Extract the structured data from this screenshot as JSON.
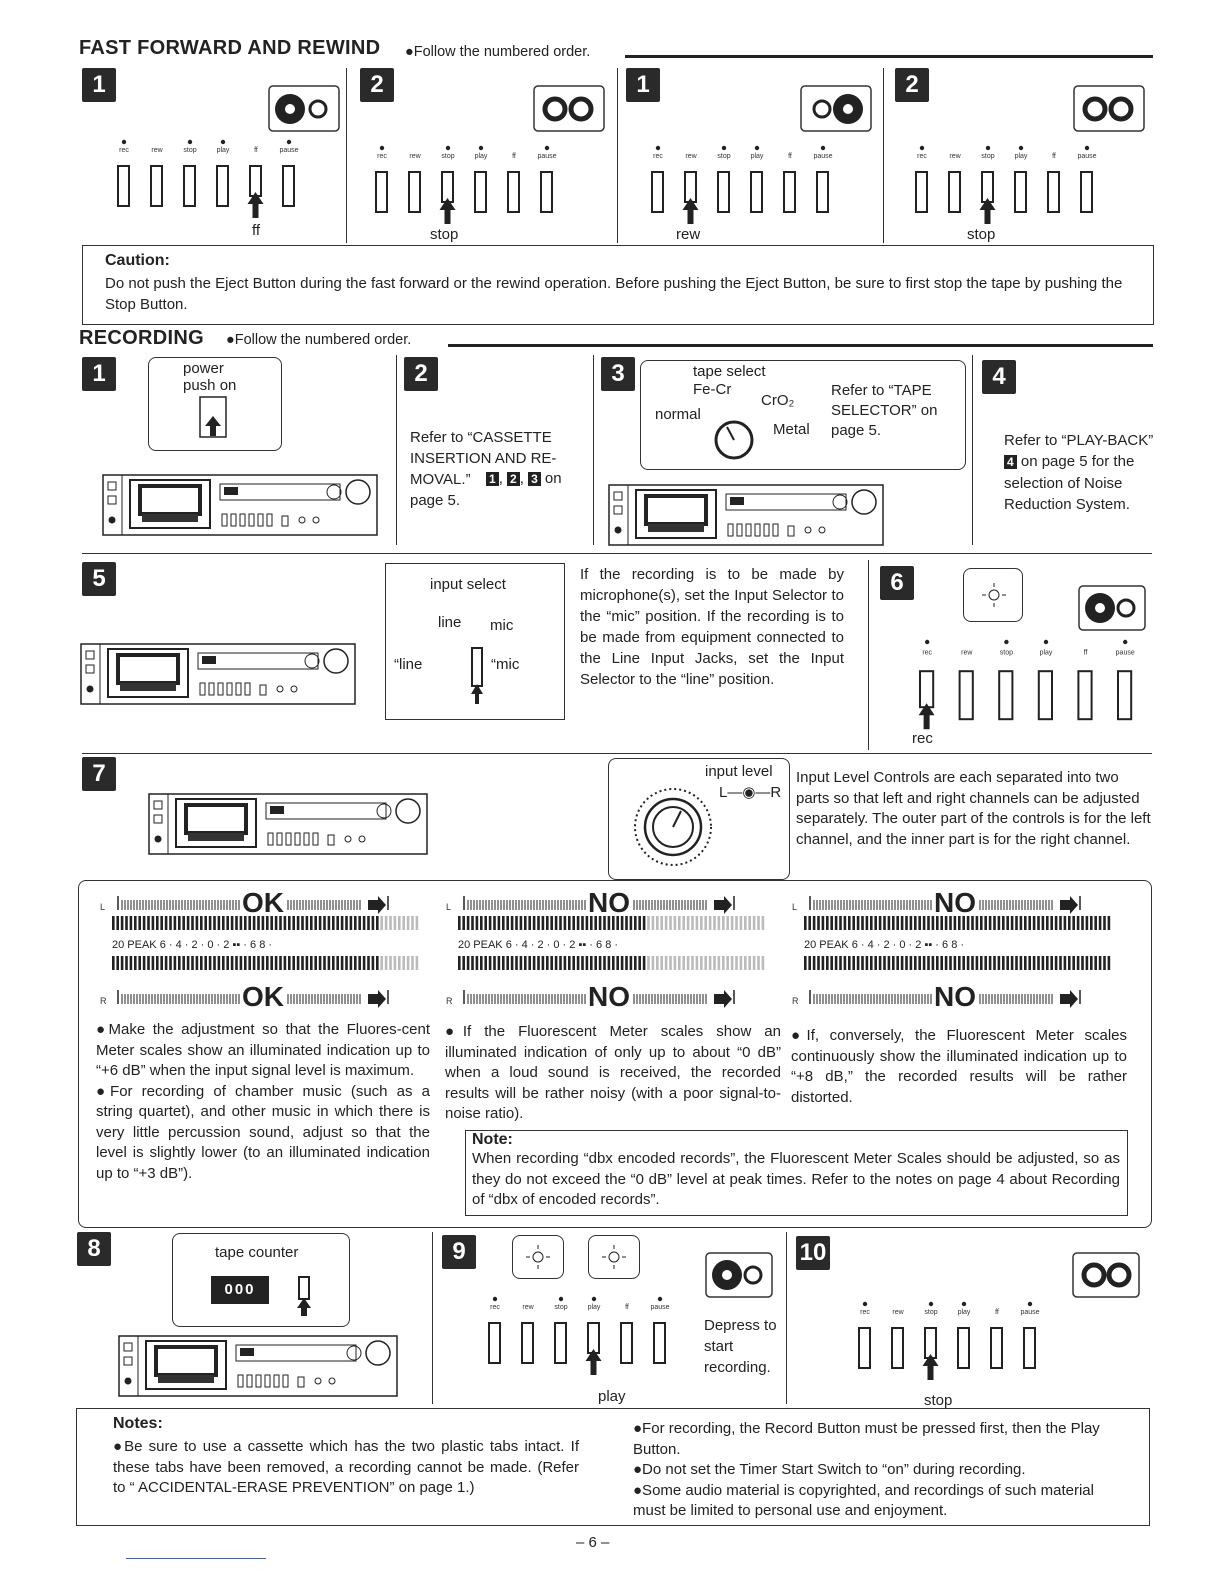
{
  "ff": {
    "title": "FAST FORWARD AND REWIND",
    "subtitle": "●Follow the numbered order.",
    "steps": [
      "1",
      "2",
      "1",
      "2"
    ],
    "labels": [
      "ff",
      "stop",
      "rew",
      "stop"
    ],
    "keys": [
      "rec",
      "rew",
      "stop",
      "play",
      "ff",
      "pause"
    ],
    "caution_title": "Caution:",
    "caution_text": "Do not push the Eject Button during the fast forward or the rewind operation. Before pushing the Eject Button, be sure to first stop the tape by pushing the Stop Button."
  },
  "rec": {
    "title": "RECORDING",
    "subtitle": "●Follow the numbered order.",
    "step_nums": [
      "1",
      "2",
      "3",
      "4",
      "5",
      "6",
      "7",
      "8",
      "9",
      "10"
    ],
    "s1_power": "power",
    "s1_push": "push on",
    "s2_text": "Refer to “CASSETTE INSERTION AND RE-MOVAL.”",
    "s2_nums": [
      "1",
      "2",
      "3"
    ],
    "s2_on": "on",
    "s2_page": "page 5.",
    "s3_tape_select": "tape select",
    "s3_fecr": "Fe-Cr",
    "s3_cro2": "CrO₂",
    "s3_normal": "normal",
    "s3_metal": "Metal",
    "s3_refer": "Refer to “TAPE SELECTOR” on page 5.",
    "s4_refer_a": "Refer to “PLAY-BACK”",
    "s4_num": "4",
    "s4_refer_b": "on page 5 for the selection of Noise Reduction System.",
    "s5_input_select": "input select",
    "s5_line": "line",
    "s5_mic": "mic",
    "s5_line_q": "“line",
    "s5_mic_q": "“mic",
    "s5_text": "If the recording is to be made by microphone(s), set the Input Selector to the “mic” position. If the recording is to be made from equipment connected to the Line Input Jacks, set the Input Selector to the “line” position.",
    "s6_label": "rec",
    "s7_input_level": "input level",
    "s7_lr": "L—◉—R",
    "s7_text": "Input Level Controls are each separated into two parts so that left and right channels can be adjusted separately. The outer part of the controls is for the left channel, and the inner part is for the right channel.",
    "meter_ok": "OK",
    "meter_no": "NO",
    "meter_L": "L",
    "meter_R": "R",
    "meter_scale": "20  PEAK  6 · 4 · 2 · 0 · 2 ▪▪ · 6 8 ·",
    "col1_p1": "●Make the adjustment so that the Fluores-cent Meter scales show an illuminated indication up to “+6 dB” when the input signal level is maximum.",
    "col1_p2": "●For recording of chamber music (such as a string quartet), and other music in which there is very little percussion sound, adjust so that the level is slightly lower (to an illuminated indication up to “+3 dB”).",
    "col2_p1": "●If the Fluorescent Meter scales show an illuminated indication of only up to about “0 dB” when a loud sound is received, the recorded results will be rather noisy (with a poor signal-to-noise ratio).",
    "col3_p1": "●If, conversely, the Fluorescent Meter scales continuously show the illuminated indication up to “+8 dB,” the recorded results will be rather distorted.",
    "note_title": "Note:",
    "note_text": "When recording “dbx encoded records”, the Fluorescent Meter Scales should be adjusted, so as they do not exceed the “0 dB” level at peak times. Refer to the notes on page 4 about Recording of “dbx of encoded records”.",
    "s8_counter": "tape counter",
    "s8_digits": "000",
    "s9_label": "play",
    "s9_depress": "Depress to start recording.",
    "s10_label": "stop",
    "notes_title": "Notes:",
    "notes_left": "●Be sure to use a cassette which has the two plastic tabs intact. If these tabs have been removed, a recording cannot be made. (Refer to “ ACCIDENTAL-ERASE PREVENTION” on page 1.)",
    "notes_r1": "●For recording, the Record Button must be pressed first, then the Play Button.",
    "notes_r2": "●Do not set the Timer Start Switch to “on” during recording.",
    "notes_r3": "●Some audio material is copyrighted, and recordings of such material must be limited to personal use and enjoyment."
  },
  "page_number": "– 6 –"
}
